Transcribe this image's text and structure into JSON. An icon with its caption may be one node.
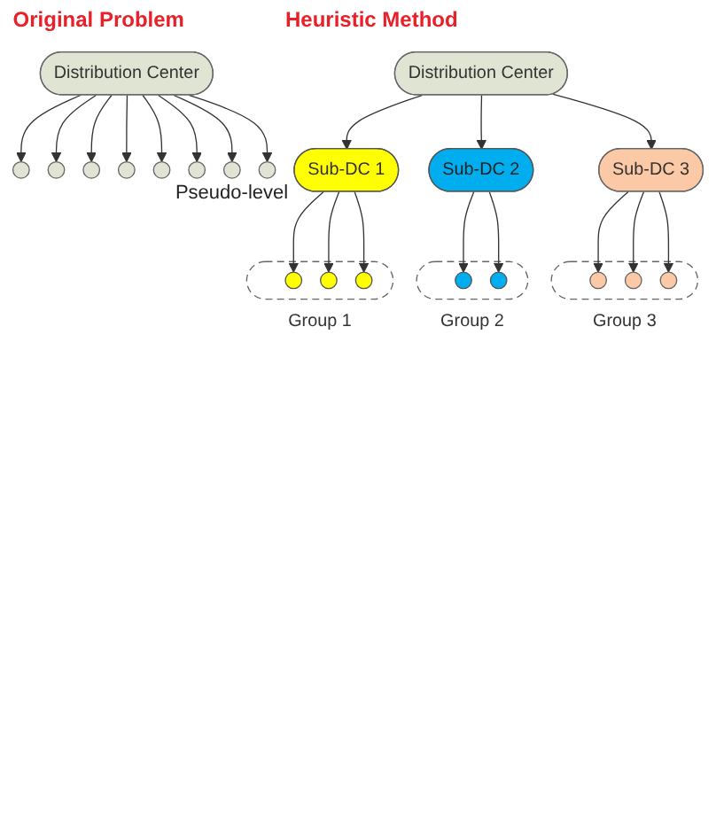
{
  "diagram": {
    "nodes": [
      {
        "text": [
          "Distribution Center"
        ]
      },
      {
        "text": [],
        "shape": "circle"
      },
      {
        "text": [],
        "shape": "circle"
      },
      {
        "text": [],
        "shape": "circle"
      },
      {
        "text": [],
        "shape": "circle"
      },
      {
        "text": [],
        "shape": "circle"
      },
      {
        "text": [],
        "shape": "circle"
      },
      {
        "text": [],
        "shape": "circle"
      },
      {
        "text": [],
        "shape": "circle"
      },
      {
        "text": [
          "Distribution Center"
        ]
      },
      {
        "text": [
          "Sub-DC 1"
        ]
      },
      {
        "text": [
          "Sub-DC 2"
        ]
      },
      {
        "text": [
          "Sub-DC 3"
        ]
      },
      {
        "text": [
          "Group 1"
        ]
      },
      {
        "text": [],
        "shape": "circle",
        "in": 13
      },
      {
        "text": [],
        "shape": "circle",
        "in": 13
      },
      {
        "text": [],
        "shape": "circle",
        "in": 13
      },
      {
        "text": [
          "Group 2"
        ]
      },
      {
        "text": [],
        "shape": "circle",
        "in": 17
      },
      {
        "text": [],
        "shape": "circle",
        "in": 17
      },
      {
        "text": [
          "Group 3"
        ]
      },
      {
        "text": [],
        "shape": "circle",
        "in": 20
      },
      {
        "text": [],
        "shape": "circle",
        "in": 20
      },
      {
        "text": [],
        "shape": "circle",
        "in": 20
      }
    ],
    "edges": [
      {
        "from": 0,
        "to": 1,
        "arrow": "to"
      },
      {
        "from": 0,
        "to": 2,
        "arrow": "to"
      },
      {
        "from": 0,
        "to": 3,
        "arrow": "to"
      },
      {
        "from": 0,
        "to": 4,
        "arrow": "to"
      },
      {
        "from": 0,
        "to": 5,
        "arrow": "to"
      },
      {
        "from": 0,
        "to": 6,
        "arrow": "to"
      },
      {
        "from": 0,
        "to": 7,
        "arrow": "to"
      },
      {
        "from": 0,
        "to": 8,
        "arrow": "to"
      },
      {
        "from": 9,
        "to": 10,
        "arrow": "to"
      },
      {
        "from": 9,
        "to": 11,
        "arrow": "to"
      },
      {
        "from": 9,
        "to": 12,
        "arrow": "to"
      },
      {
        "from": 10,
        "to": 14,
        "arrow": "to"
      },
      {
        "from": 10,
        "to": 15,
        "arrow": "to"
      },
      {
        "from": 10,
        "to": 16,
        "arrow": "to"
      },
      {
        "from": 11,
        "to": 18,
        "arrow": "to"
      },
      {
        "from": 11,
        "to": 19,
        "arrow": "to"
      },
      {
        "from": 12,
        "to": 21,
        "arrow": "to"
      },
      {
        "from": 12,
        "to": 22,
        "arrow": "to"
      },
      {
        "from": 12,
        "to": 23,
        "arrow": "to"
      }
    ],
    "labels": [
      "Original Problem",
      "Heuristic Method",
      "Pseudo-level"
    ]
  }
}
